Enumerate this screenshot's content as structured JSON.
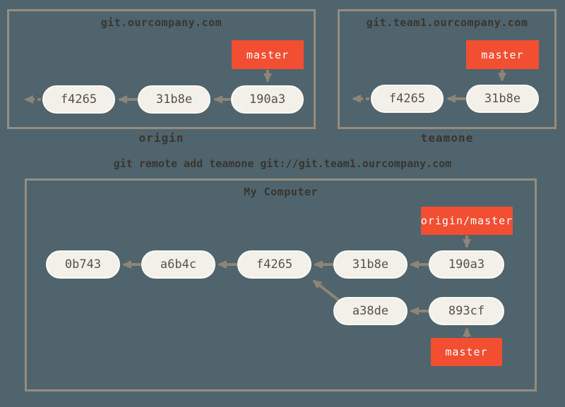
{
  "colors": {
    "background": "#4f646d",
    "box_border": "#968d7f",
    "node_fill": "#f2f0e8",
    "node_border": "#fbfaf3",
    "node_text": "#57524a",
    "branch_fill": "#f14e32",
    "branch_text": "#ffffff",
    "arrow": "#8e8477",
    "text_dark": "#39352f"
  },
  "command_text": "git remote add teamone git://git.team1.ourcompany.com",
  "boxes": {
    "origin": {
      "title": "git.ourcompany.com",
      "label": "origin",
      "branch": "master",
      "commits": [
        "f4265",
        "31b8e",
        "190a3"
      ]
    },
    "teamone": {
      "title": "git.team1.ourcompany.com",
      "label": "teamone",
      "branch": "master",
      "commits": [
        "f4265",
        "31b8e"
      ]
    },
    "my_computer": {
      "title": "My Computer",
      "branch_remote": "origin/master",
      "branch_local": "master",
      "commits_main": [
        "0b743",
        "a6b4c",
        "f4265",
        "31b8e",
        "190a3"
      ],
      "commits_branch": [
        "a38de",
        "893cf"
      ]
    }
  }
}
